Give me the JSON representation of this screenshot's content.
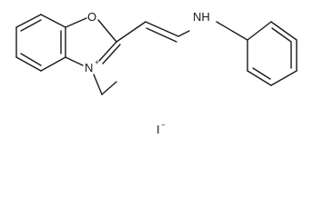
{
  "structure": {
    "atoms": {
      "oxygen": "O",
      "nitrogen_ring": "N",
      "nitrogen_ring_charge": "+",
      "nitrogen_amine": "NH",
      "counter_ion": "I",
      "counter_ion_charge": "−"
    }
  }
}
